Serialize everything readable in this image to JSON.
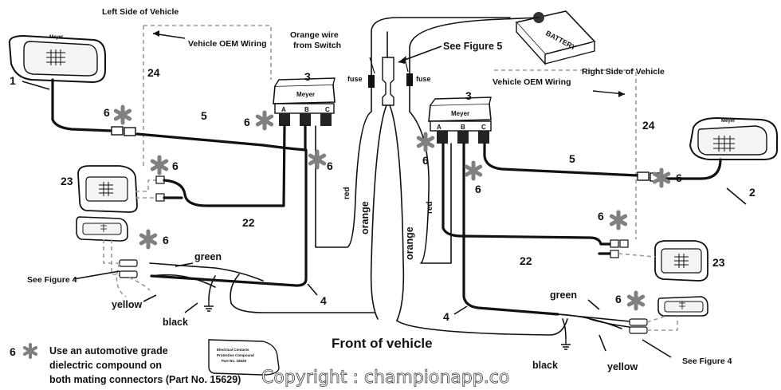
{
  "labels": {
    "left_side": "Left Side of Vehicle",
    "right_side": "Right Side of Vehicle",
    "oem_left": "Vehicle OEM Wiring",
    "oem_right": "Vehicle OEM Wiring",
    "orange_wire_1": "Orange wire",
    "orange_wire_2": "from Switch",
    "see_fig5": "See Figure 5",
    "see_fig4_left": "See Figure  4",
    "see_fig4_right": "See Figure  4",
    "fuse_left": "fuse",
    "fuse_right": "fuse",
    "battery": "BATTERY",
    "red_left": "red",
    "red_right": "red",
    "orange_left": "orange",
    "orange_right": "orange",
    "green_left": "green",
    "green_right": "green",
    "yellow_left": "yellow",
    "yellow_right": "yellow",
    "black_left": "black",
    "black_right": "black",
    "front": "Front of vehicle",
    "module_brand_left": "Meyer",
    "module_brand_right": "Meyer",
    "headlight_brand_left": "Meyer",
    "headlight_brand_right": "Meyer",
    "port_a": "A",
    "port_b": "B",
    "port_c": "C",
    "compound_tube_text_1": "Electrical Contacts",
    "compound_tube_text_2": "Protective Compound",
    "compound_tube_text_3": "Part No. 15629"
  },
  "callouts": {
    "n1": "1",
    "n2": "2",
    "n3_left": "3",
    "n3_right": "3",
    "n4_left": "4",
    "n4_right": "4",
    "n5_left": "5",
    "n5_right": "5",
    "n6": "6",
    "n22_left": "22",
    "n22_right": "22",
    "n23_left": "23",
    "n23_right": "23",
    "n24_left": "24",
    "n24_right": "24"
  },
  "legend": {
    "number": "6",
    "line1": "Use an automotive grade",
    "line2": "dielectric compound on",
    "line3": "both mating connectors (Part No. 15629)"
  },
  "watermark": "Copyright : championapp.co",
  "colors": {
    "ink": "#111111",
    "asterisk": "#808080",
    "dashed": "#9a9a9a"
  },
  "icons": [
    "asterisk-icon",
    "battery-icon",
    "ground-icon",
    "fuse-icon"
  ]
}
